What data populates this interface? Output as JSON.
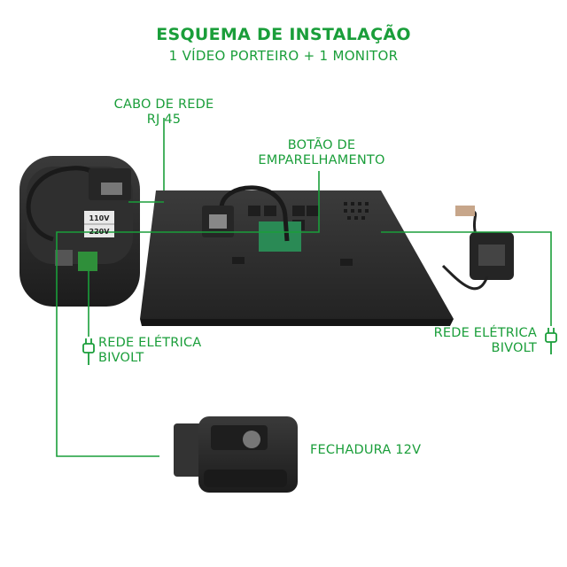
{
  "header": {
    "title": "ESQUEMA DE INSTALAÇÃO",
    "subtitle": "1 VÍDEO PORTEIRO + 1 MONITOR"
  },
  "labels": {
    "network_cable_line1": "CABO DE REDE",
    "network_cable_line2": "RJ 45",
    "pair_button_line1": "BOTÃO DE",
    "pair_button_line2": "EMPARELHAMENTO",
    "power_left_line1": "REDE ELÉTRICA",
    "power_left_line2": "BIVOLT",
    "power_right_line1": "REDE ELÉTRICA",
    "power_right_line2": "BIVOLT",
    "lock": "FECHADURA 12V"
  },
  "device_text": {
    "voltage_110": "110V",
    "voltage_220": "220V"
  },
  "colors": {
    "accent": "#1a9e3a",
    "device_body": "#2b2b2b"
  },
  "icons": [
    "plug-icon",
    "plug-icon"
  ]
}
